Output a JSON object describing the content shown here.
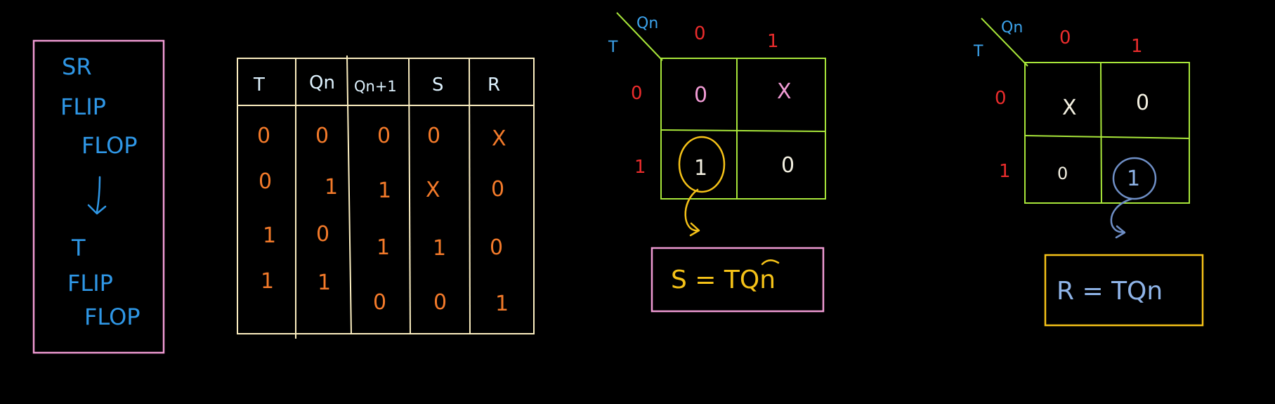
{
  "left_box": {
    "line1": "SR",
    "line2": "FLIP",
    "line3": "FLOP",
    "line4": "T",
    "line5": "FLIP",
    "line6": "FLOP"
  },
  "truth_table": {
    "headers": [
      "T",
      "Qn",
      "Qn+1",
      "S",
      "R"
    ],
    "rows": [
      [
        "0",
        "0",
        "0",
        "0",
        "X"
      ],
      [
        "0",
        "1",
        "1",
        "X",
        "0"
      ],
      [
        "1",
        "0",
        "1",
        "1",
        "0"
      ],
      [
        "1",
        "1",
        "0",
        "0",
        "1"
      ]
    ]
  },
  "kmap_s": {
    "row_var": "T",
    "col_var": "Qn",
    "col_headers": [
      "0",
      "1"
    ],
    "row_headers": [
      "0",
      "1"
    ],
    "cells": [
      [
        "0",
        "X"
      ],
      [
        "1",
        "0"
      ]
    ],
    "equation": "S = TQn"
  },
  "kmap_r": {
    "row_var": "T",
    "col_var": "Qn",
    "col_headers": [
      "0",
      "1"
    ],
    "row_headers": [
      "0",
      "1"
    ],
    "cells": [
      [
        "X",
        "0"
      ],
      [
        "0",
        "1"
      ]
    ],
    "equation": "R = TQn"
  },
  "colors": {
    "background": "#000000",
    "pink_box": "#ef9ad3",
    "table_lines": "#fbeec0",
    "kmap_lines": "#a8e63a",
    "orange_values": "#f37a2a",
    "blue_text": "#2f97e6",
    "red_headers": "#ea2c2c",
    "yellow_circle": "#f5c218",
    "blue_circle": "#6f8fc6"
  }
}
